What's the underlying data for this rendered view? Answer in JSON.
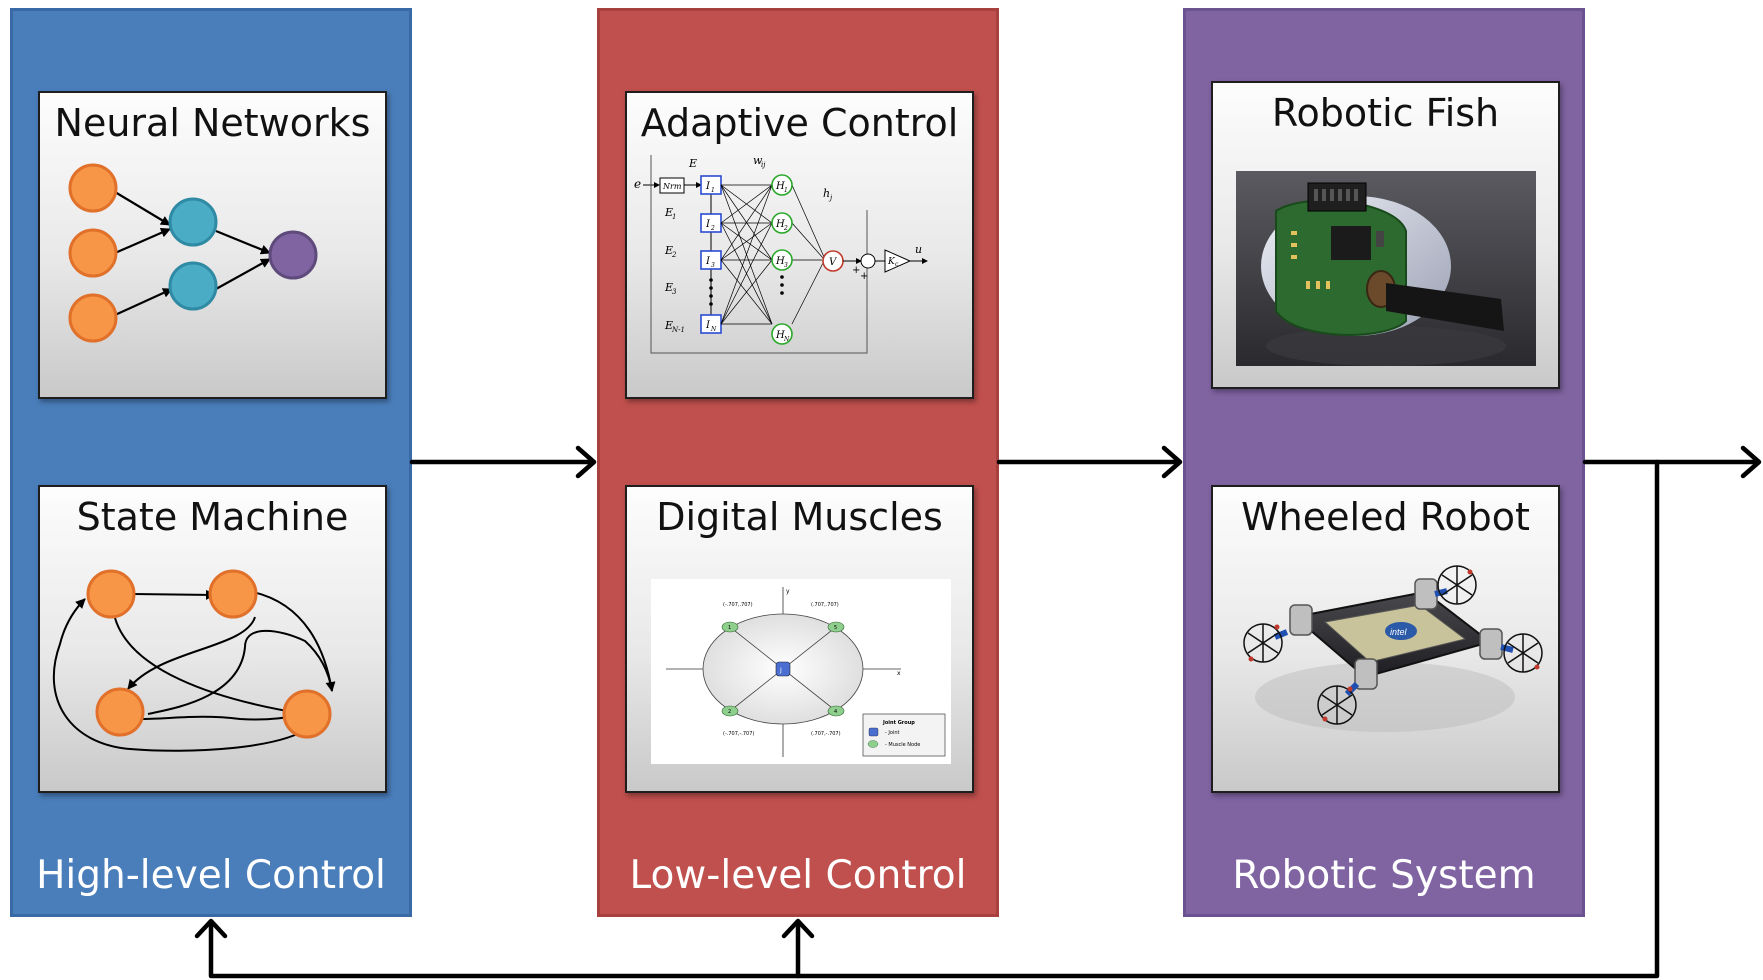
{
  "columns": {
    "high_level": {
      "footer": "High-level Control",
      "top_card": {
        "title": "Neural Networks"
      },
      "bottom_card": {
        "title": "State Machine"
      },
      "color": "#4a7ebb"
    },
    "low_level": {
      "footer": "Low-level Control",
      "top_card": {
        "title": "Adaptive Control",
        "diagram_labels": {
          "input": "e",
          "norm": "Nrm",
          "error": "E",
          "weights": "w",
          "weights_sub": "ij",
          "hidden_out": "h",
          "hidden_out_sub": "j",
          "errors": [
            "E",
            "E",
            "E",
            "E"
          ],
          "error_subs": [
            "1",
            "2",
            "3",
            "N-1"
          ],
          "inputs": [
            "I",
            "I",
            "I",
            "I"
          ],
          "input_subs": [
            "1",
            "2",
            "3",
            "N"
          ],
          "hidden": [
            "H",
            "H",
            "H",
            "H"
          ],
          "hidden_subs": [
            "1",
            "2",
            "3",
            "N"
          ],
          "sum": "V",
          "gain": "K",
          "gain_sub": "c",
          "output": "u",
          "plus": "+"
        }
      },
      "bottom_card": {
        "title": "Digital Muscles",
        "diagram_labels": {
          "coords": [
            "(-.707,.707)",
            "(.707,.707)",
            "(-.707,-.707)",
            "(.707,-.707)"
          ],
          "joint": "J",
          "muscle_nodes": [
            "1",
            "5",
            "2",
            "4"
          ],
          "legend_title": "Joint Group",
          "legend_joint": "- Joint",
          "legend_muscle": "- Muscle Node",
          "axis_x": "x",
          "axis_y": "y"
        }
      },
      "color": "#c0504d"
    },
    "system": {
      "footer": "Robotic System",
      "top_card": {
        "title": "Robotic Fish"
      },
      "bottom_card": {
        "title": "Wheeled Robot",
        "logo_text": "intel"
      },
      "color": "#8064a2"
    }
  }
}
